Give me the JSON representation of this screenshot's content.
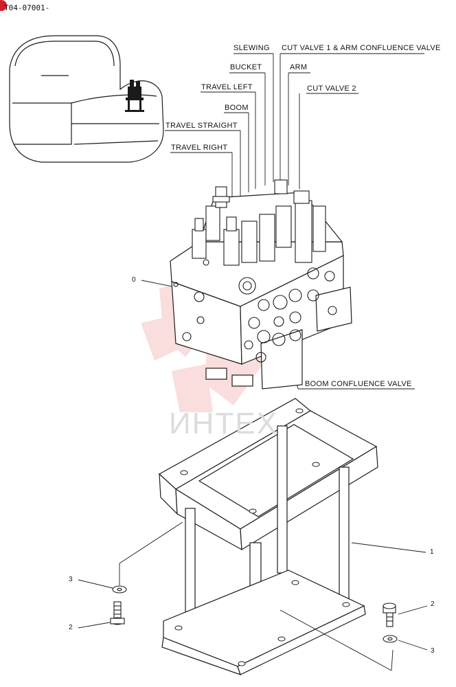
{
  "document": {
    "code": "T04-07001-"
  },
  "watermark": {
    "text": "ИНТЕХ",
    "color": "#f2a0a0"
  },
  "labels": {
    "slewing": "SLEWING",
    "cut_valve_1": "CUT VALVE 1 & ARM CONFLUENCE VALVE",
    "bucket": "BUCKET",
    "arm": "ARM",
    "travel_left": "TRAVEL LEFT",
    "cut_valve_2": "CUT VALVE 2",
    "boom": "BOOM",
    "travel_straight": "TRAVEL STRAIGHT",
    "travel_right": "TRAVEL RIGHT",
    "boom_confluence_valve": "BOOM CONFLUENCE VALVE"
  },
  "part_numbers": {
    "valve_assembly": "0",
    "bracket": "1",
    "bolt_left": "2",
    "bolt_right": "2",
    "washer_left": "3",
    "washer_right": "3"
  },
  "colors": {
    "line": "#1a1a1a",
    "accent_dot": "#d61f2a"
  }
}
